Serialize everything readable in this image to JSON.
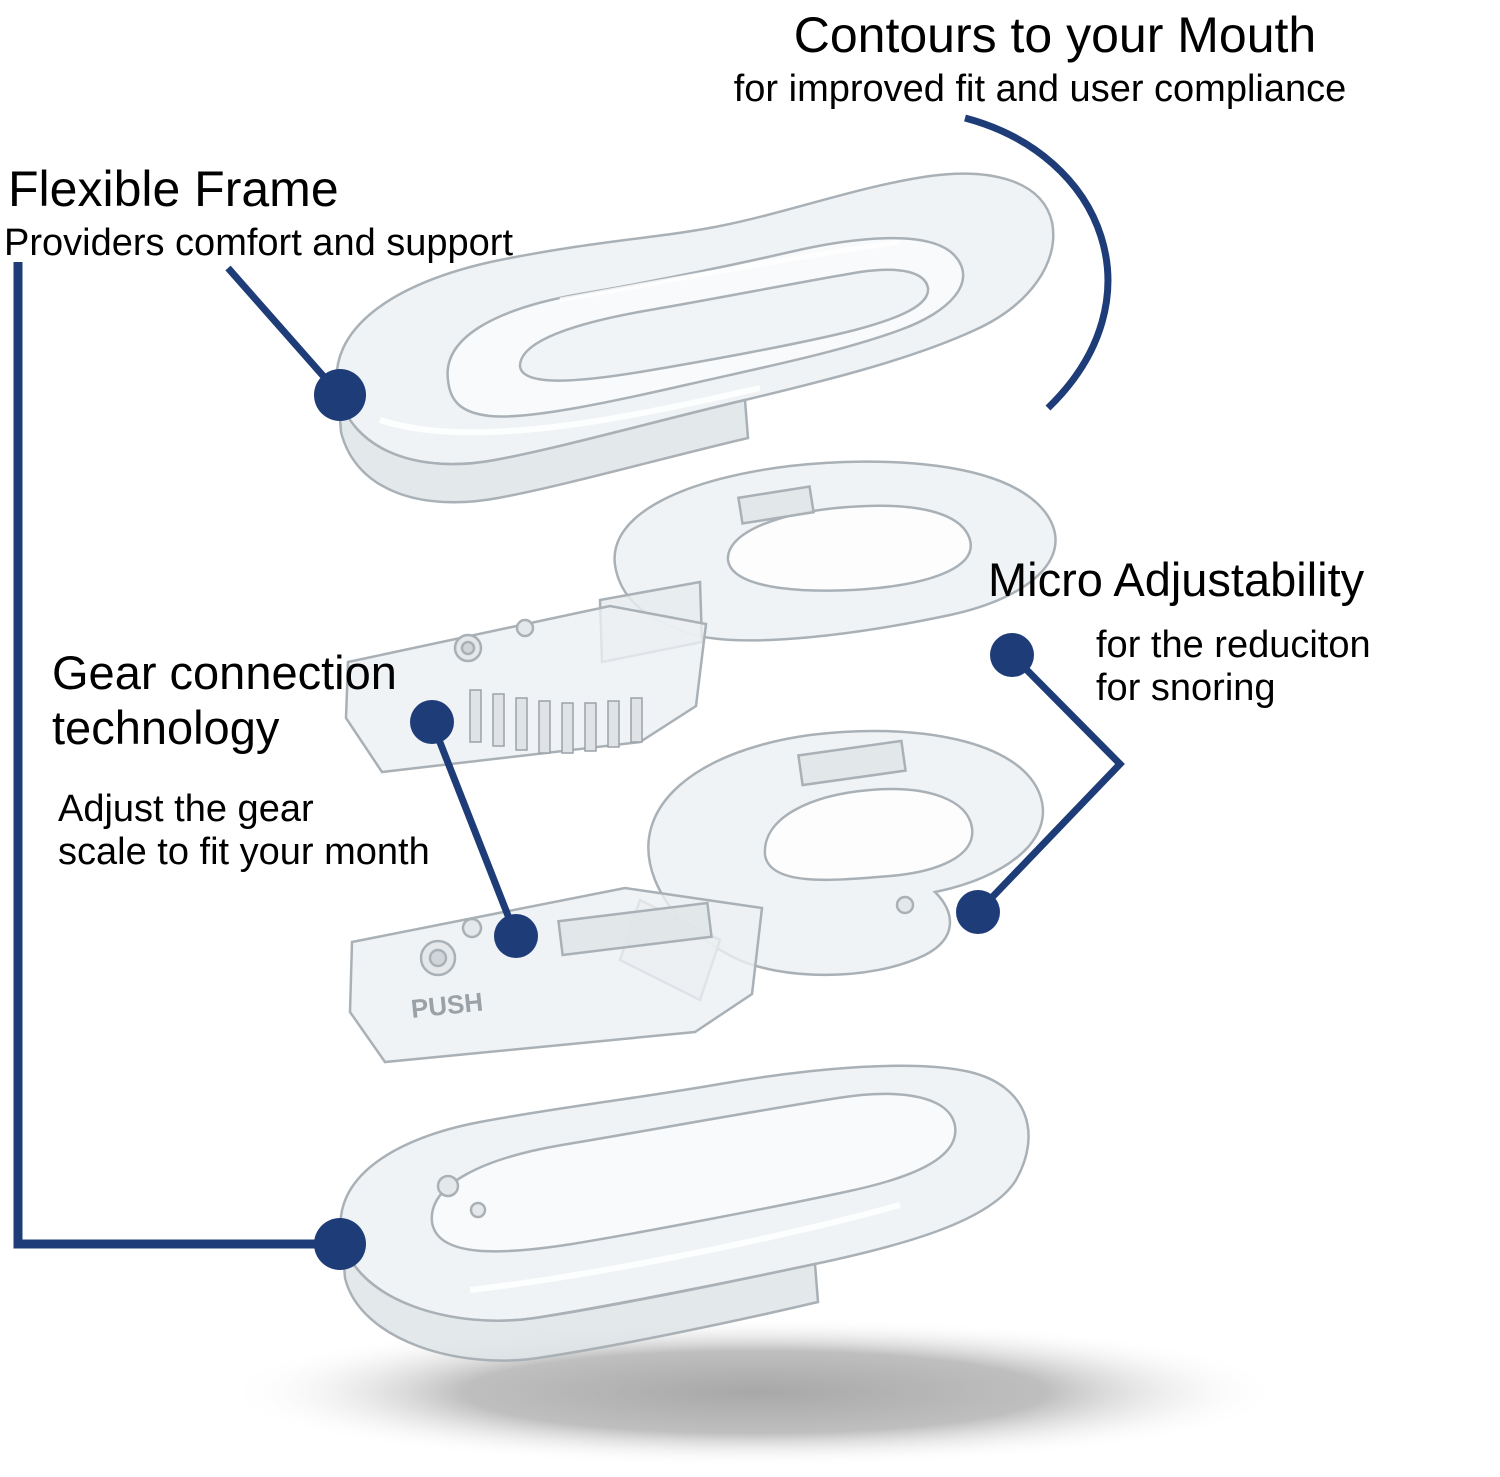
{
  "annotations": {
    "contours": {
      "title": "Contours to your Mouth",
      "subtitle": "for improved fit and user compliance"
    },
    "flexible_frame": {
      "title": "Flexible Frame",
      "subtitle": "Providers comfort and support"
    },
    "micro_adjustability": {
      "title": "Micro Adjustability",
      "subtitle": "for the reduciton\nfor snoring"
    },
    "gear_connection": {
      "title": "Gear connection\ntechnology",
      "subtitle": "Adjust the gear\nscale to fit your month"
    }
  },
  "device": {
    "label": "PUSH",
    "description": "anti-snoring mouthguard exploded view",
    "layers": [
      "upper-mouth-tray",
      "upper-adjustment-frame",
      "lower-adjustment-frame",
      "lower-mouth-tray"
    ]
  },
  "colors": {
    "heading": "#1e3c78",
    "subtitle": "#3a3a3a",
    "callout_line": "#1e3c78",
    "marker_dot": "#1e3c78",
    "device_stroke": "#a9b1b7",
    "device_fill": "#eef1f3",
    "shadow": "#b2b2b2",
    "background": "#ffffff"
  }
}
